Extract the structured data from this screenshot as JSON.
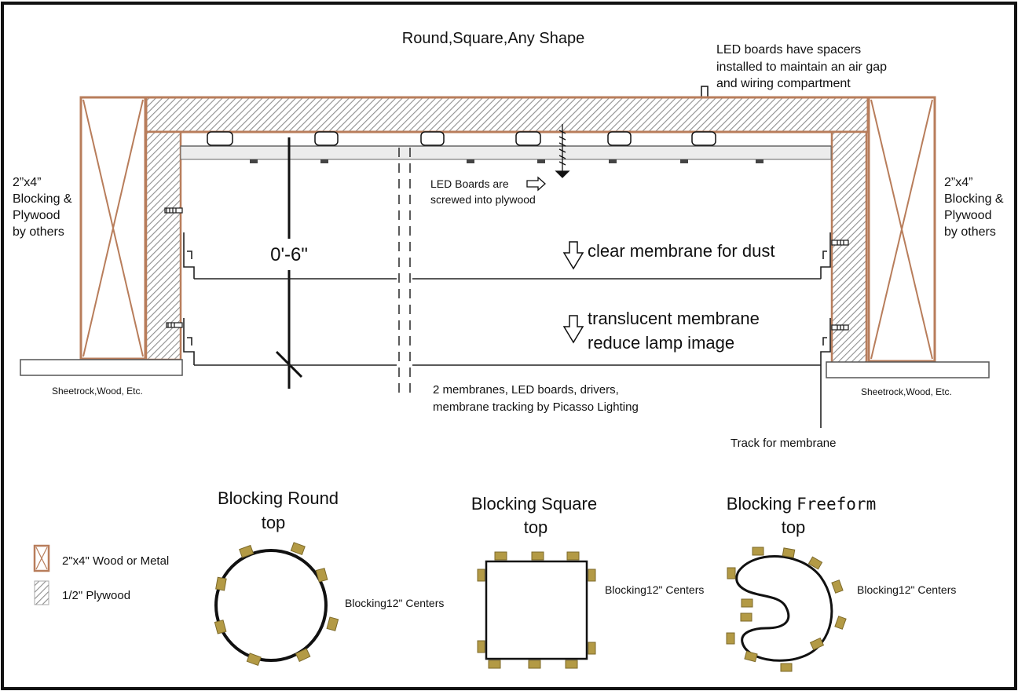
{
  "title": "Round,Square,Any Shape",
  "labels": {
    "spacers": [
      "LED boards have spacers",
      "installed to maintain an air gap",
      "and wiring compartment"
    ],
    "blocking_left": [
      "2”x4”",
      "Blocking &",
      "Plywood",
      "by others"
    ],
    "blocking_right": [
      "2”x4”",
      "Blocking &",
      "Plywood",
      "by others"
    ],
    "screwed": [
      "LED Boards are",
      "screwed into plywood"
    ],
    "dimension": "0'-6\"",
    "clear_membrane": "clear membrane for dust",
    "translucent_membrane": [
      "translucent membrane",
      "reduce lamp image"
    ],
    "sheetrock_left": "Sheetrock,Wood, Etc.",
    "sheetrock_right": "Sheetrock,Wood, Etc.",
    "picasso": [
      "2 membranes, LED boards, drivers,",
      "membrane tracking by Picasso Lighting"
    ],
    "track": "Track for membrane"
  },
  "shapes": {
    "round": {
      "title": "Blocking Round",
      "sub": "top",
      "note": "Blocking12\" Centers"
    },
    "square": {
      "title": "Blocking Square",
      "sub": "top",
      "note": "Blocking12\" Centers"
    },
    "freeform": {
      "title_a": "Blocking ",
      "title_b": "Freeform",
      "sub": "top",
      "note": "Blocking12\" Centers"
    }
  },
  "legend": {
    "wood": "2\"x4\" Wood or Metal",
    "plywood": "1/2\" Plywood"
  },
  "colors": {
    "wood": "#b87d5b",
    "block": "#b39a45",
    "hatch": "#9a9a9a",
    "frame": "#111111"
  }
}
